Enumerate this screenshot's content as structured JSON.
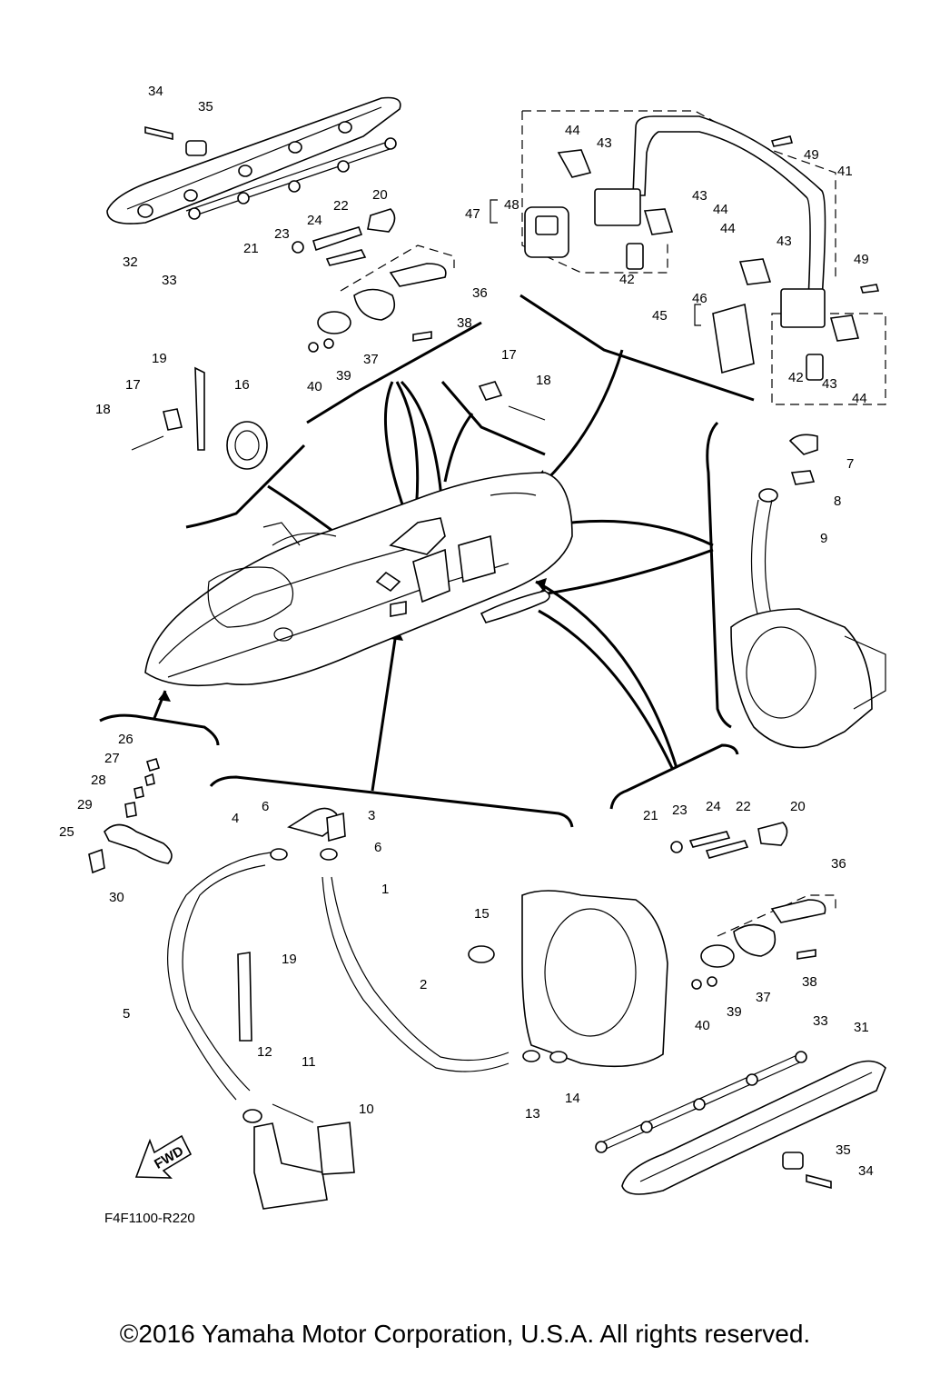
{
  "diagram": {
    "drawing_code": "F4F1100-R220",
    "direction_label": "FWD",
    "copyright": "©2016 Yamaha Motor Corporation, U.S.A. All rights reserved.",
    "callouts": {
      "c34a": "34",
      "c35a": "35",
      "c32": "32",
      "c33a": "33",
      "c20a": "20",
      "c22a": "22",
      "c24a": "24",
      "c23a": "23",
      "c21a": "21",
      "c36a": "36",
      "c37a": "37",
      "c38a": "38",
      "c39a": "39",
      "c40a": "40",
      "c19a": "19",
      "c17a": "17",
      "c18a": "18",
      "c16": "16",
      "c17b": "17",
      "c18b": "18",
      "c44a": "44",
      "c43a": "43",
      "c48": "48",
      "c47": "47",
      "c43b": "43",
      "c44b": "44",
      "c42a": "42",
      "c44c": "44",
      "c43c": "43",
      "c49a": "49",
      "c41": "41",
      "c49b": "49",
      "c46": "46",
      "c45": "45",
      "c42b": "42",
      "c43d": "43",
      "c44d": "44",
      "c7": "7",
      "c8": "8",
      "c9": "9",
      "c26": "26",
      "c27": "27",
      "c28": "28",
      "c29": "29",
      "c25": "25",
      "c30": "30",
      "c4": "4",
      "c6a": "6",
      "c3": "3",
      "c6b": "6",
      "c1": "1",
      "c5": "5",
      "c19b": "19",
      "c2": "2",
      "c15": "15",
      "c13": "13",
      "c14": "14",
      "c12": "12",
      "c11": "11",
      "c10": "10",
      "c21b": "21",
      "c23b": "23",
      "c24b": "24",
      "c22b": "22",
      "c20b": "20",
      "c36b": "36",
      "c37b": "37",
      "c38b": "38",
      "c39b": "39",
      "c40b": "40",
      "c33b": "33",
      "c31": "31",
      "c35b": "35",
      "c34b": "34"
    }
  }
}
